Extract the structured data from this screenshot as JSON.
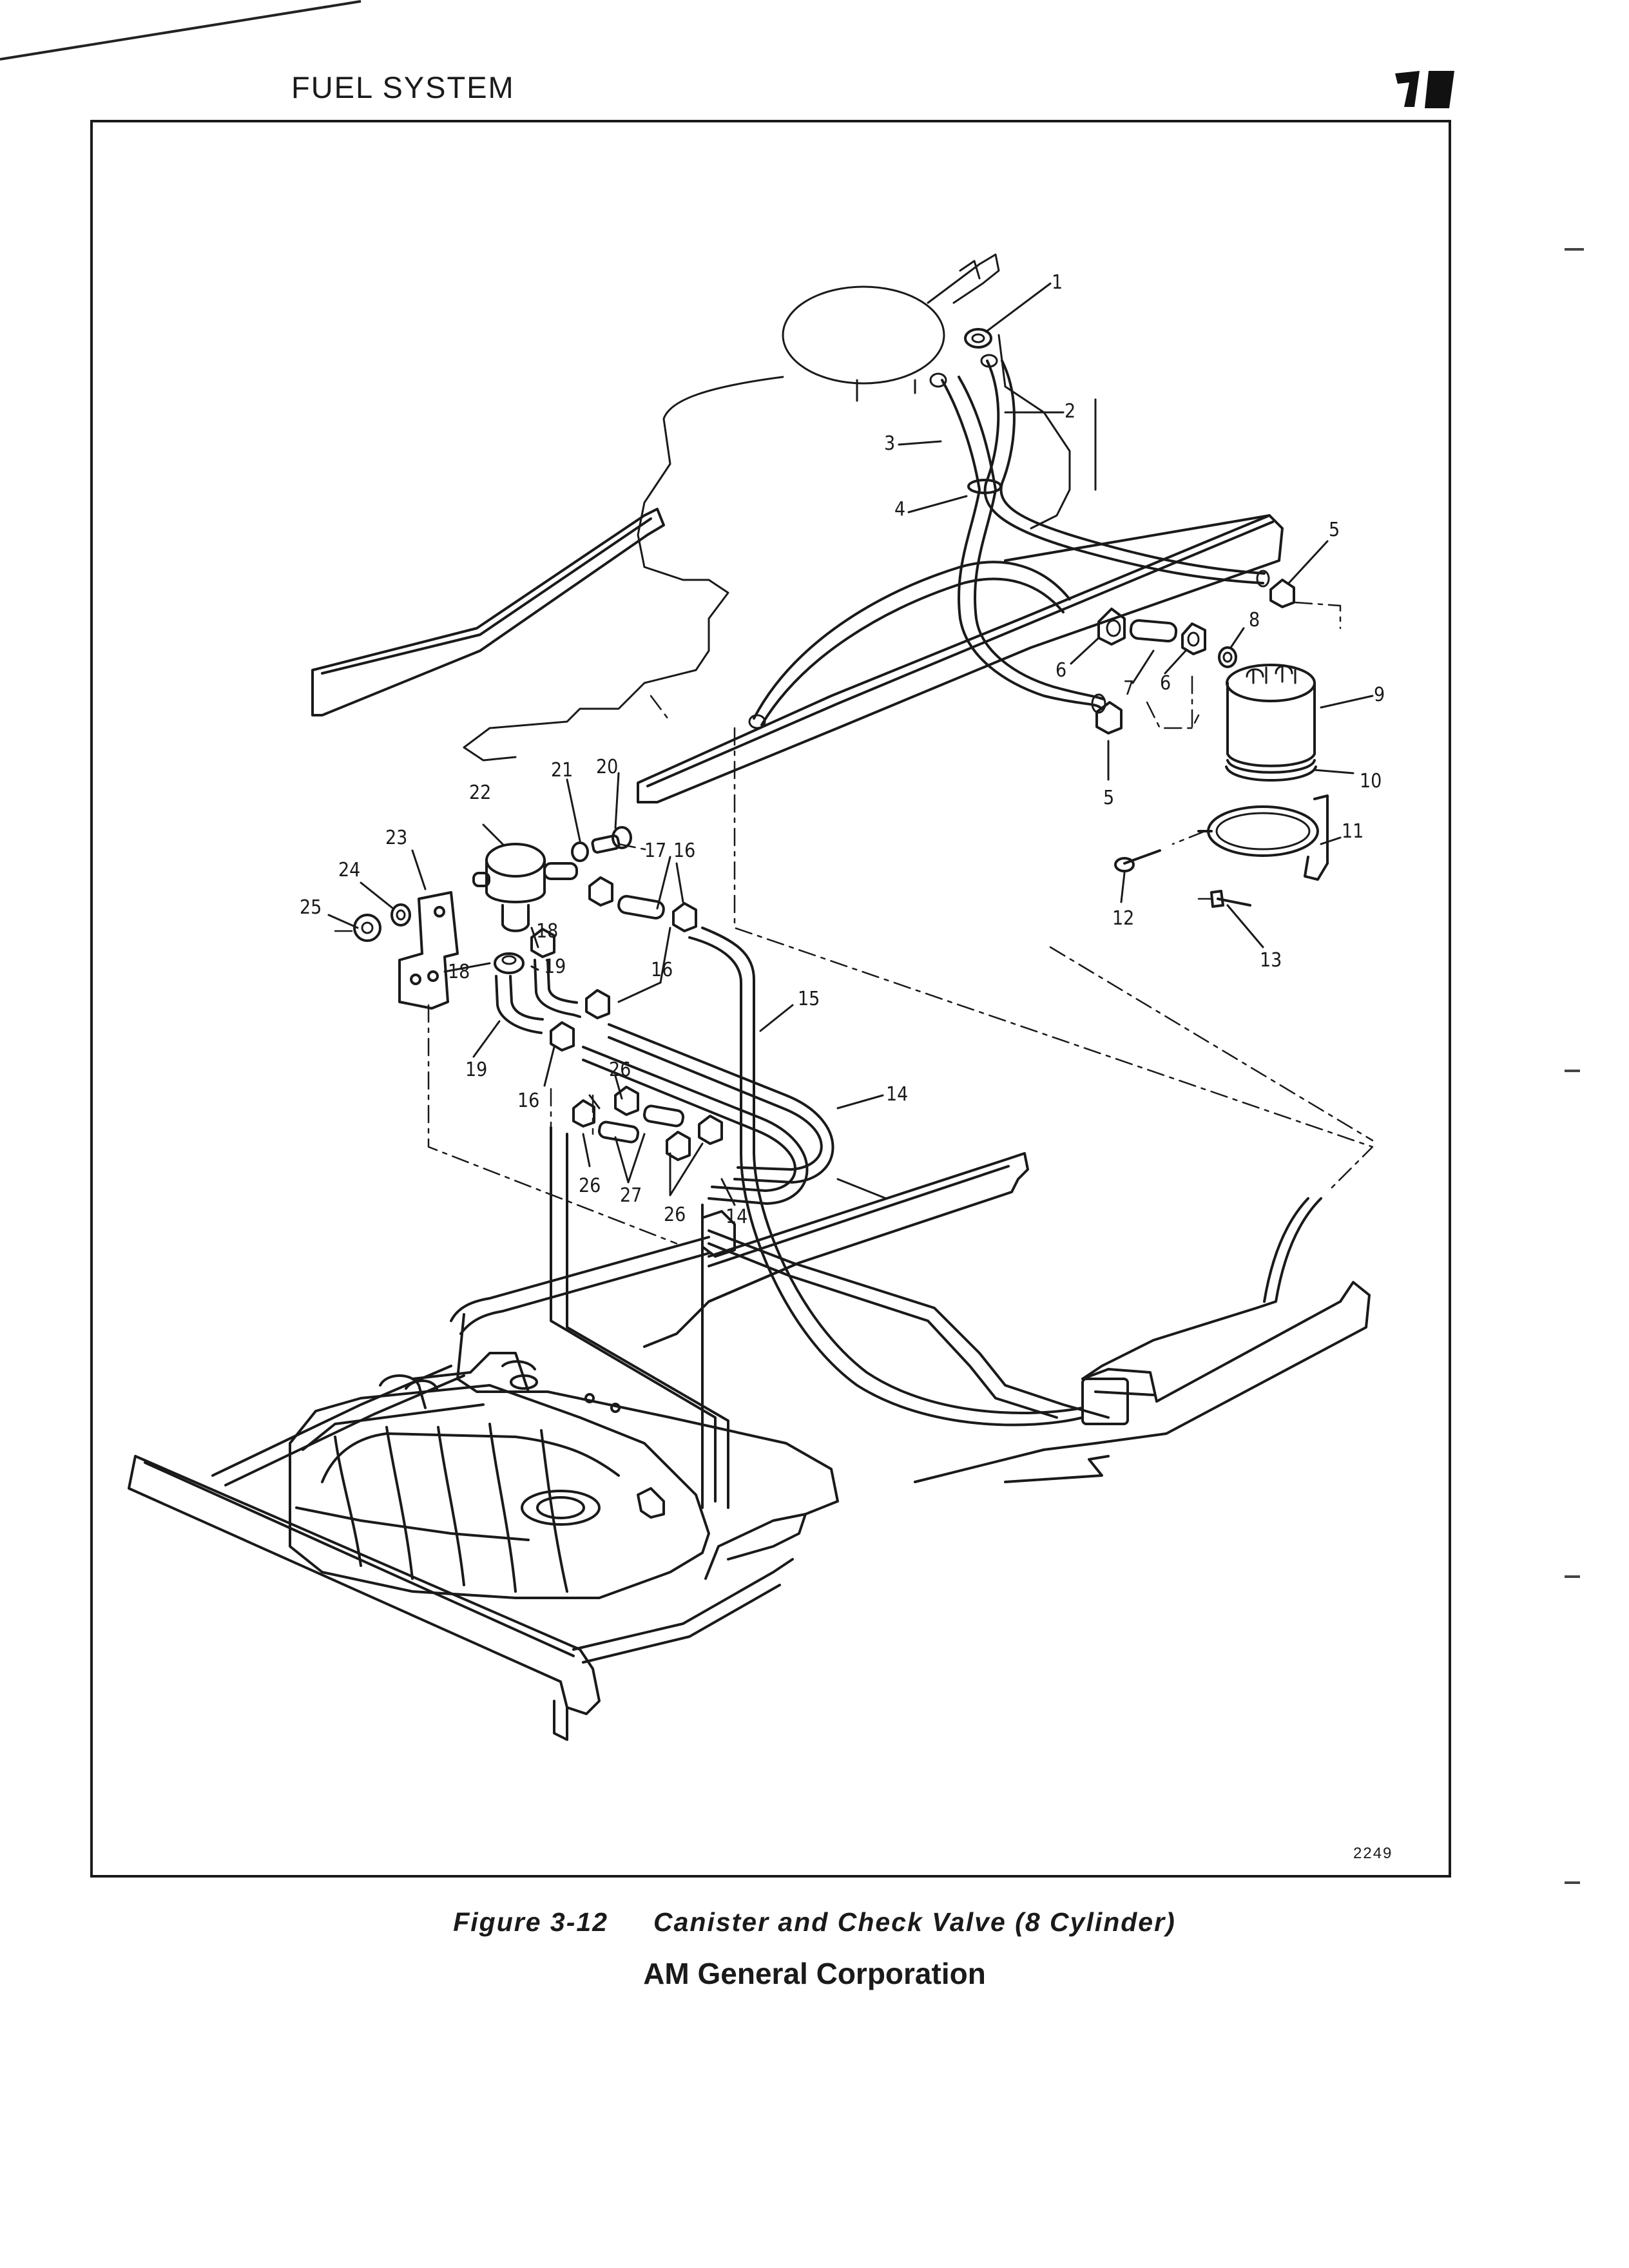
{
  "header": {
    "title": "FUEL SYSTEM"
  },
  "figure": {
    "number_label": "2249",
    "caption_prefix": "Figure 3-12",
    "caption_text": "Canister and Check Valve (8 Cylinder)",
    "callouts": [
      "1",
      "2",
      "3",
      "4",
      "5",
      "5",
      "6",
      "6",
      "7",
      "8",
      "9",
      "10",
      "11",
      "12",
      "13",
      "14",
      "14",
      "15",
      "16",
      "16",
      "16",
      "17",
      "18",
      "18",
      "19",
      "19",
      "20",
      "21",
      "22",
      "23",
      "24",
      "25",
      "26",
      "26",
      "26",
      "27"
    ]
  },
  "footer": {
    "company": "AM General Corporation"
  }
}
